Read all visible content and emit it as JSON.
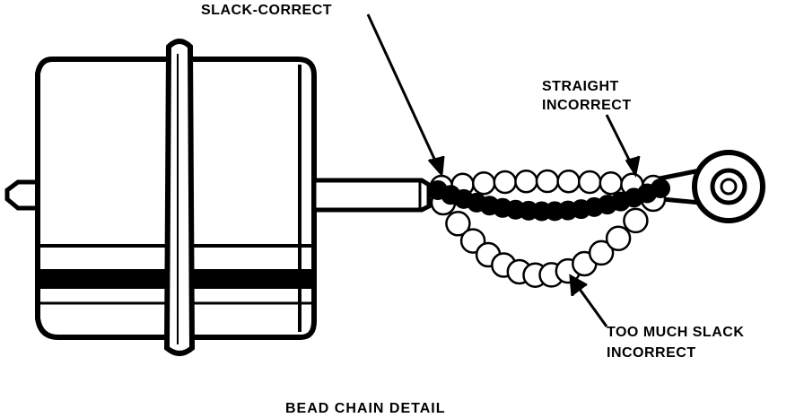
{
  "labels": {
    "slack_correct": "SLACK-CORRECT",
    "straight_line1": "STRAIGHT",
    "straight_line2": "INCORRECT",
    "too_much_line1": "TOO MUCH SLACK",
    "too_much_line2": "INCORRECT"
  },
  "caption": "BEAD CHAIN DETAIL",
  "colors": {
    "ink": "#000000",
    "paper": "#ffffff"
  }
}
